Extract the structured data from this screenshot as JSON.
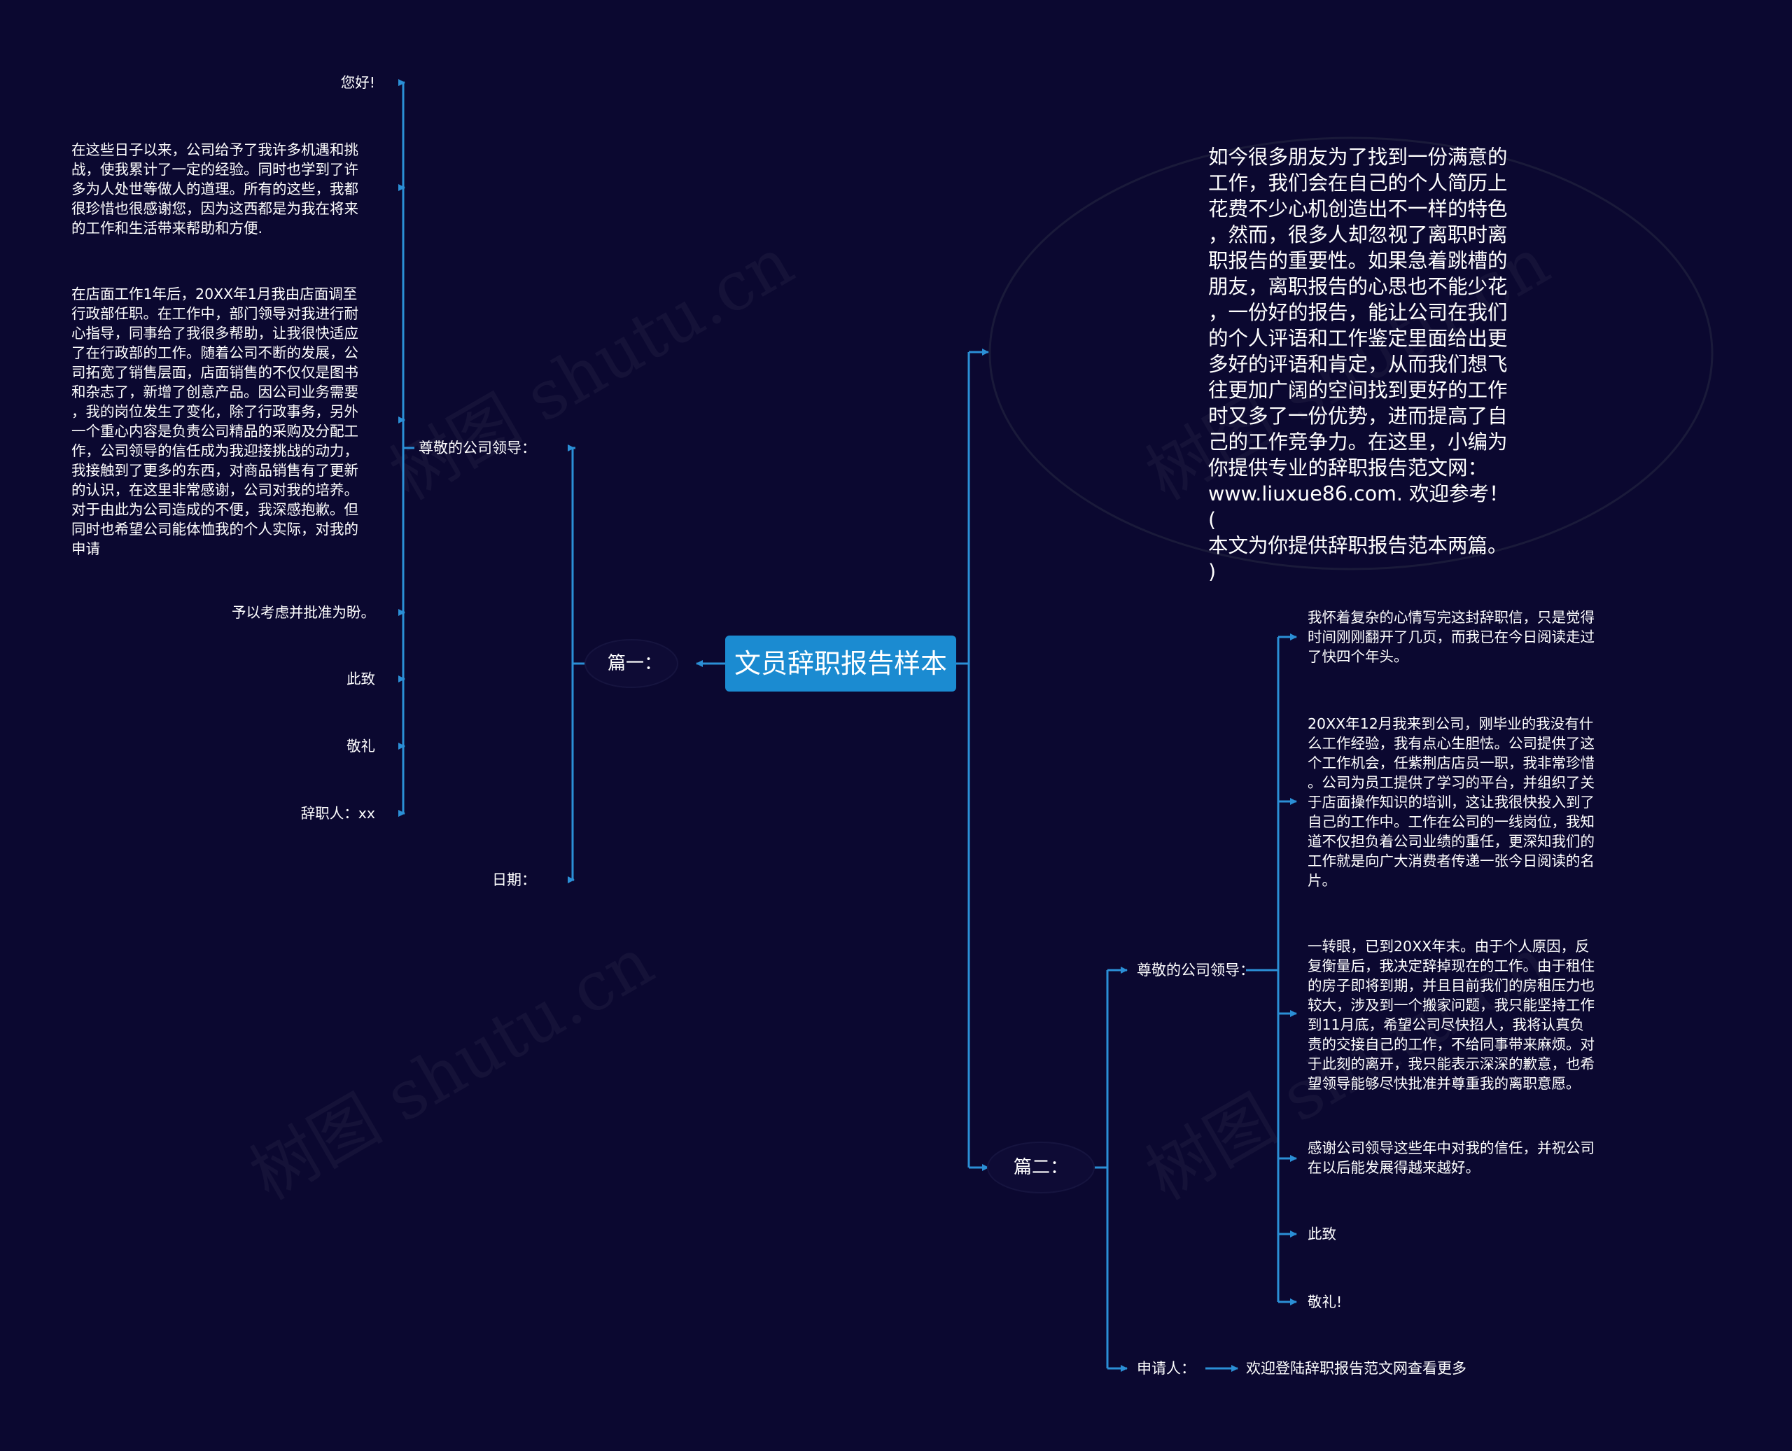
{
  "colors": {
    "background": "#0b0830",
    "root_fill": "#1b8bd1",
    "connector": "#2b8fd6",
    "text": "#ffffff"
  },
  "watermark": "树图 shutu.cn",
  "root": {
    "label": "文员辞职报告样本"
  },
  "intro": {
    "text": "如今很多朋友为了找到一份满意的\n工作，我们会在自己的个人简历上\n花费不少心机创造出不一样的特色\n，然而，很多人却忽视了离职时离\n职报告的重要性。如果急着跳槽的\n朋友，离职报告的心思也不能少花\n，一份好的报告，能让公司在我们\n的个人评语和工作鉴定里面给出更\n多好的评语和肯定，从而我们想飞\n往更加广阔的空间找到更好的工作\n时又多了一份优势，进而提高了自\n己的工作竞争力。在这里，小编为\n你提供专业的辞职报告范文网：\nwww.liuxue86.com. 欢迎参考！(\n本文为你提供辞职报告范本两篇。\n)"
  },
  "part1": {
    "label": "篇一：",
    "salutation": "尊敬的公司领导：",
    "date": "日期：",
    "items": [
      "您好!",
      "在这些日子以来，公司给予了我许多机遇和挑\n战，使我累计了一定的经验。同时也学到了许\n多为人处世等做人的道理。所有的这些，我都\n很珍惜也很感谢您，因为这西都是为我在将来\n的工作和生活带来帮助和方便.",
      "在店面工作1年后，20XX年1月我由店面调至\n行政部任职。在工作中，部门领导对我进行耐\n心指导，同事给了我很多帮助，让我很快适应\n了在行政部的工作。随着公司不断的发展，公\n司拓宽了销售层面，店面销售的不仅仅是图书\n和杂志了，新增了创意产品。因公司业务需要\n，我的岗位发生了变化，除了行政事务，另外\n一个重心内容是负责公司精品的采购及分配工\n作，公司领导的信任成为我迎接挑战的动力，\n我接触到了更多的东西，对商品销售有了更新\n的认识，在这里非常感谢，公司对我的培养。\n对于由此为公司造成的不便，我深感抱歉。但\n同时也希望公司能体恤我的个人实际，对我的\n申请",
      "予以考虑并批准为盼。",
      "此致",
      "敬礼",
      "辞职人：xx"
    ]
  },
  "part2": {
    "label": "篇二：",
    "salutation": "尊敬的公司领导：",
    "applicant": "申请人：",
    "applicant_note": "欢迎登陆辞职报告范文网查看更多",
    "items": [
      "我怀着复杂的心情写完这封辞职信，只是觉得\n时间刚刚翻开了几页，而我已在今日阅读走过\n了快四个年头。",
      "20XX年12月我来到公司，刚毕业的我没有什\n么工作经验，我有点心生胆怯。公司提供了这\n个工作机会，任紫荆店店员一职，我非常珍惜\n。公司为员工提供了学习的平台，并组织了关\n于店面操作知识的培训，这让我很快投入到了\n自己的工作中。工作在公司的一线岗位，我知\n道不仅担负着公司业绩的重任，更深知我们的\n工作就是向广大消费者传递一张今日阅读的名\n片。",
      "一转眼，已到20XX年末。由于个人原因，反\n复衡量后，我决定辞掉现在的工作。由于租住\n的房子即将到期，并且目前我们的房租压力也\n较大，涉及到一个搬家问题，我只能坚持工作\n到11月底，希望公司尽快招人，我将认真负\n责的交接自己的工作，不给同事带来麻烦。对\n于此刻的离开，我只能表示深深的歉意，也希\n望领导能够尽快批准并尊重我的离职意愿。",
      "感谢公司领导这些年中对我的信任，并祝公司\n在以后能发展得越来越好。",
      "此致",
      "敬礼!"
    ]
  }
}
